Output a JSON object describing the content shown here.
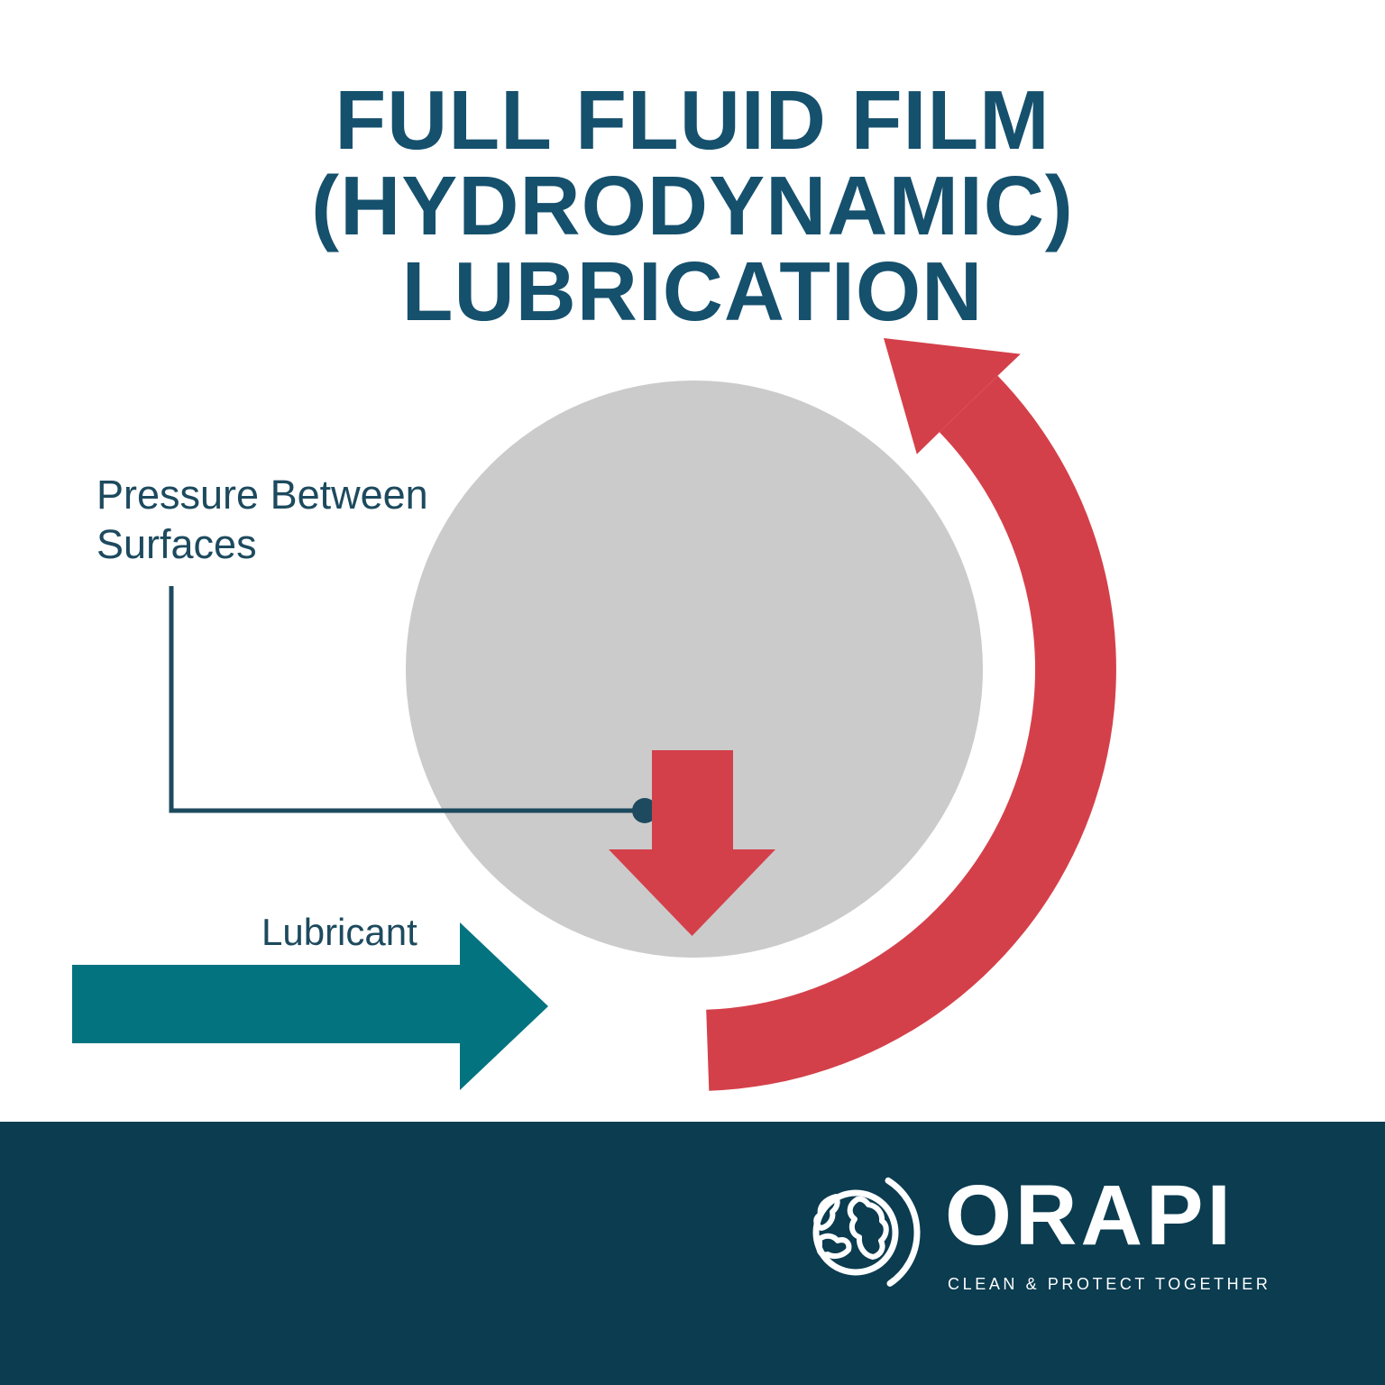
{
  "page": {
    "background": "#ffffff"
  },
  "title": {
    "line1": "FULL FLUID FILM",
    "line2": "(HYDRODYNAMIC)",
    "line3": "LUBRICATION",
    "color": "#15506d"
  },
  "diagram": {
    "labels": {
      "pressure_between_surfaces": "Pressure Between Surfaces",
      "lubricant": "Lubricant"
    },
    "colors": {
      "shaft_gray": "#cbcbcb",
      "arrow_red": "#d4404a",
      "lubricant_teal": "#037380",
      "callout_navy": "#1d4a5e"
    }
  },
  "footer": {
    "background": "#0b3c50",
    "brand": "ORAPI",
    "tagline": "CLEAN & PROTECT TOGETHER",
    "logo_icon": "globe-icon",
    "text_color": "#ffffff"
  }
}
